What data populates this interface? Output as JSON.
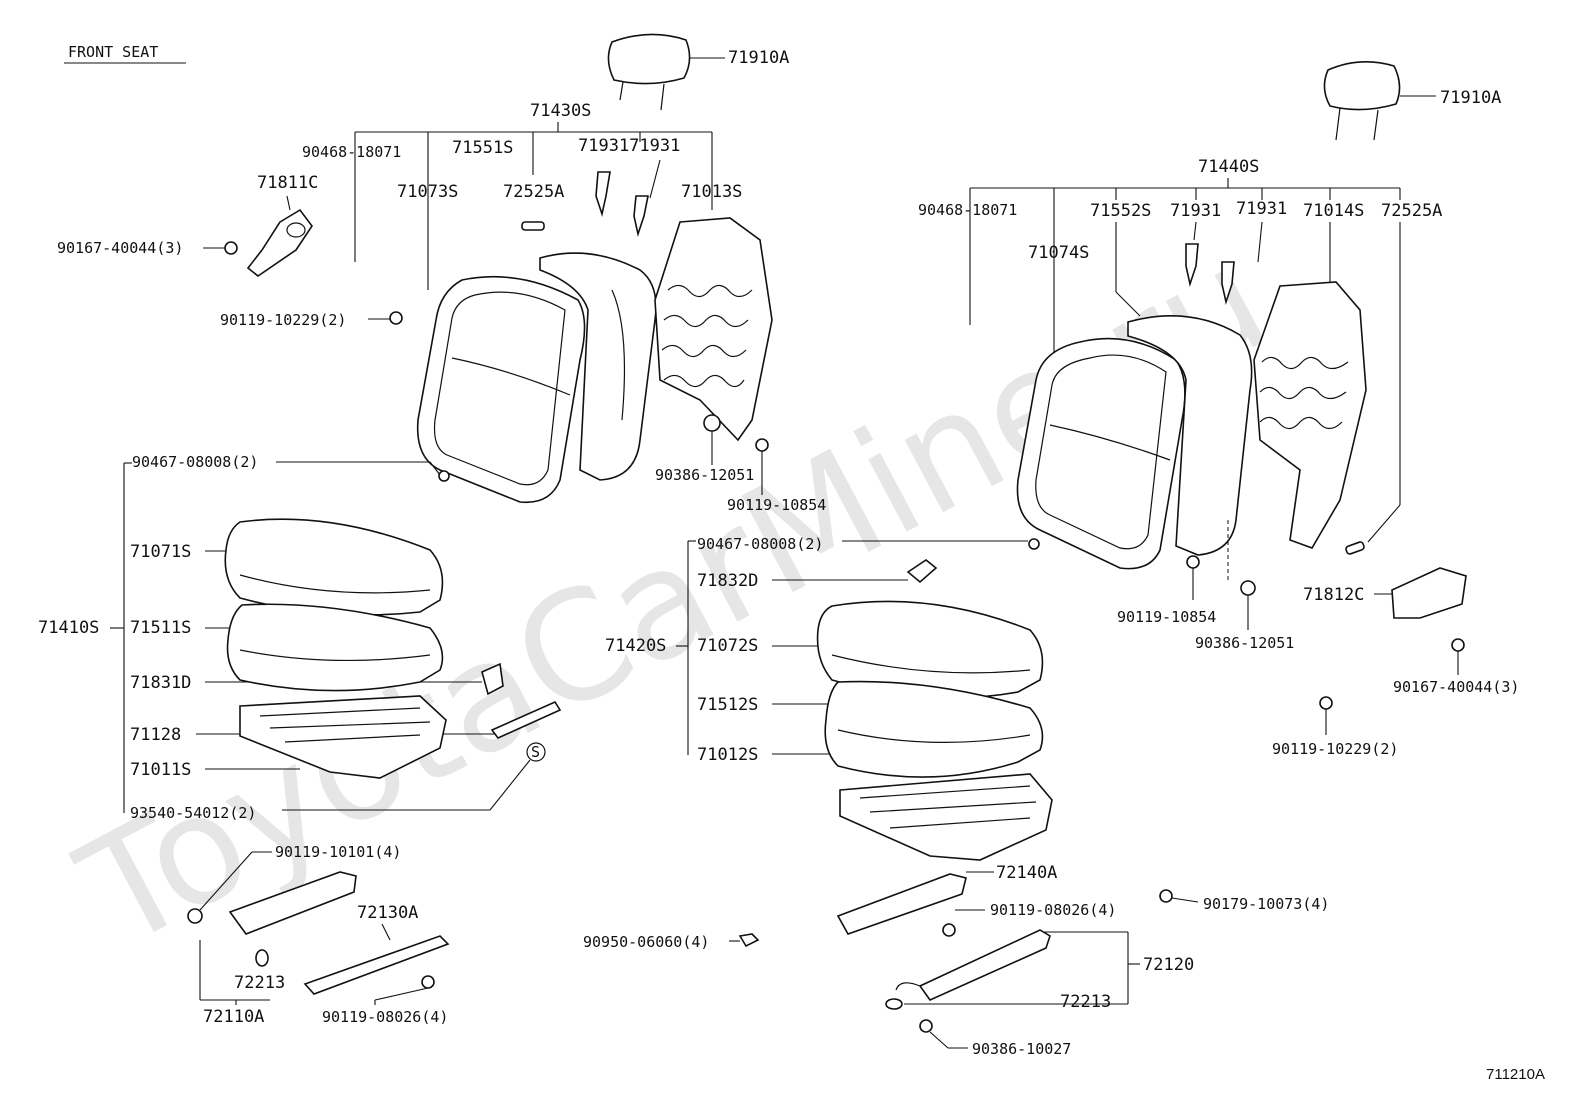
{
  "title": "FRONT SEAT",
  "watermark": "ToyotaCarMine.ru",
  "figure_code": "711210A",
  "labels": {
    "l_71910A": "71910A",
    "l_71430S": "71430S",
    "l_90468_18071": "90468-18071",
    "l_71551S": "71551S",
    "l_71931_71931": "7193171931",
    "l_71811C": "71811C",
    "l_71073S": "71073S",
    "l_72525A": "72525A",
    "l_71013S": "71013S",
    "l_90167_40044": "90167-40044(3)",
    "l_90119_10229": "90119-10229(2)",
    "l_90386_12051": "90386-12051",
    "l_90119_10854": "90119-10854",
    "l_90467_08008": "90467-08008(2)",
    "l_71071S": "71071S",
    "l_71410S": "71410S",
    "l_71511S": "71511S",
    "l_71831D": "71831D",
    "l_71128": "71128",
    "l_71011S": "71011S",
    "l_93540_54012": "93540-54012(2)",
    "l_90119_10101": "90119-10101(4)",
    "l_72130A": "72130A",
    "l_72213": "72213",
    "l_72110A": "72110A",
    "l_90119_08026": "90119-08026(4)",
    "l_90950_06060": "90950-06060(4)",
    "r_71910A": "71910A",
    "r_71440S": "71440S",
    "r_90468_18071": "90468-18071",
    "r_71552S": "71552S",
    "r_71931a": "71931",
    "r_71931b": "71931",
    "r_71014S": "71014S",
    "r_72525A": "72525A",
    "r_71074S": "71074S",
    "r_90467_08008": "90467-08008(2)",
    "r_71832D": "71832D",
    "r_71420S": "71420S",
    "r_71072S": "71072S",
    "r_71512S": "71512S",
    "r_71012S": "71012S",
    "r_71812C": "71812C",
    "r_90119_10854": "90119-10854",
    "r_90386_12051": "90386-12051",
    "r_90167_40044": "90167-40044(3)",
    "r_90119_10229": "90119-10229(2)",
    "r_72140A": "72140A",
    "r_90119_08026": "90119-08026(4)",
    "r_90179_10073": "90179-10073(4)",
    "r_72120": "72120",
    "r_72213": "72213",
    "r_90386_10027": "90386-10027",
    "r_s_mark": "S"
  }
}
